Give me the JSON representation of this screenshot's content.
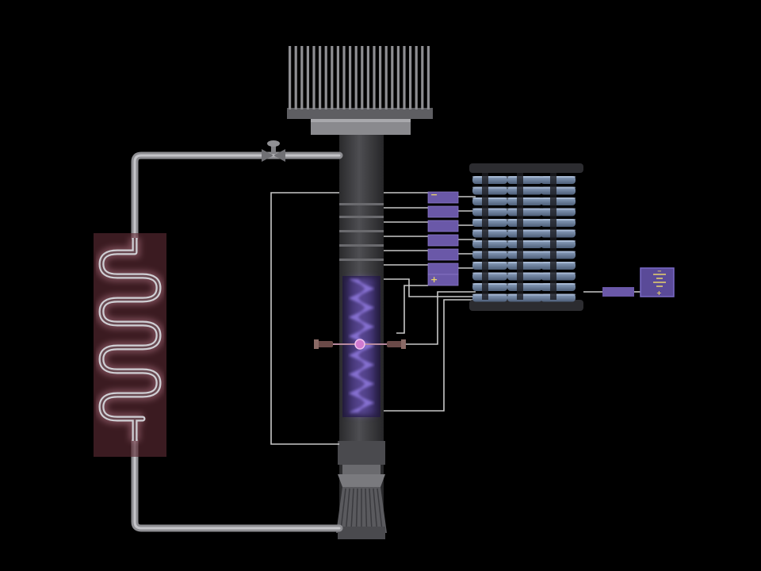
{
  "labels": {
    "minus": "−",
    "plus": "+",
    "battery_minus": "−",
    "battery_plus": "+"
  },
  "colors": {
    "background": "#000000",
    "tube": "#3a3a3c",
    "tube_highlight": "#5a5a5e",
    "pipe": "#9a9a9e",
    "heater_glow": "#5a2a32",
    "coil": "#c9a2a8",
    "plasma": "#7a5fc8",
    "terminal": "#6a58a8",
    "wire": "#c8c8c8",
    "sign": "#e8d36a"
  },
  "components": [
    "cooling-fins",
    "valve",
    "heater-coil",
    "plasma-column",
    "electrode-rings",
    "coil-stack",
    "battery"
  ]
}
